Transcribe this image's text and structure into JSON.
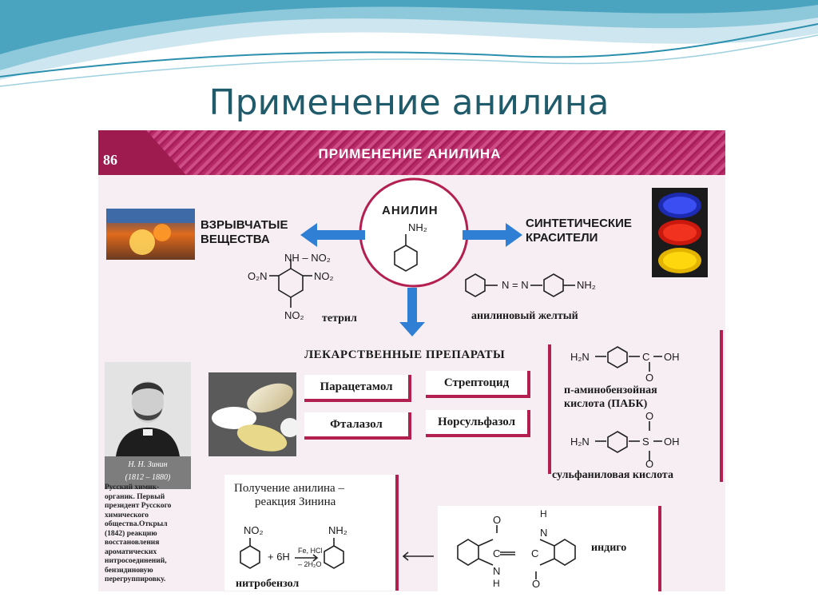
{
  "slide": {
    "title": "Применение анилина"
  },
  "page": {
    "number": "86",
    "banner_title": "ПРИМЕНЕНИЕ АНИЛИНА"
  },
  "center": {
    "label": "АНИЛИН",
    "group": "NH₂"
  },
  "explosives": {
    "title_line1": "ВЗРЫВЧАТЫЕ",
    "title_line2": "ВЕЩЕСТВА",
    "compound": "тетрил",
    "groups": {
      "top": "NH – NO₂",
      "left": "O₂N",
      "right": "NO₂",
      "bottom": "NO₂"
    }
  },
  "dyes": {
    "title_line1": "СИНТЕТИЧЕСКИЕ",
    "title_line2": "КРАСИТЕЛИ",
    "compound": "анилиновый желтый",
    "groups": {
      "azo": "N = N",
      "amine": "NH₂"
    }
  },
  "medicines": {
    "title": "ЛЕКАРСТВЕННЫЕ ПРЕПАРАТЫ",
    "items": [
      "Парацетамол",
      "Стрептоцид",
      "Фталазол",
      "Норсульфазол"
    ]
  },
  "pabk": {
    "amine": "H₂N",
    "carbon": "C",
    "oh": "OH",
    "oxygen": "O",
    "name_line1": "п-аминобензойная",
    "name_line2": "кислота (ПАБК)"
  },
  "sulfanilic": {
    "amine": "H₂N",
    "sulfur": "S",
    "oh": "OH",
    "oxygen_top": "O",
    "oxygen_bottom": "O",
    "name": "сульфаниловая кислота"
  },
  "zinin": {
    "caption_name": "Н. Н. Зинин",
    "caption_years": "(1812 – 1880)",
    "bio": [
      "Русский химик-",
      "органик. Первый",
      "президент Русского",
      "химического",
      "общества.Открыл",
      "(1842) реакцию",
      "восстановления",
      "ароматических",
      "нитросоединений,",
      "бензидиновую",
      "перегруппировку."
    ]
  },
  "reaction": {
    "title_line1": "Получение анилина –",
    "title_line2": "реакция Зинина",
    "reactant_group": "NO₂",
    "plus_reagent": "+ 6H",
    "catalyst": "Fe, HCl",
    "byproduct": "– 2H₂O",
    "product_group": "NH₂",
    "reactant_name": "нитробензол"
  },
  "indigo": {
    "name": "индиго",
    "atoms": {
      "o_top": "O",
      "h_top": "H",
      "n_top": "N",
      "c_left": "C",
      "c_right": "C",
      "n_bottom": "N",
      "h_bottom": "H",
      "o_bottom": "O"
    }
  },
  "colors": {
    "title": "#1f5b6b",
    "banner": "#b72a68",
    "arrow": "#2f7fd4",
    "accent": "#b3204f",
    "center_ring": "#b3204f"
  },
  "icons": [
    "explosion-photo",
    "paint-jars-photo",
    "pills-photo",
    "zinin-portrait",
    "arrow-left-icon",
    "arrow-right-icon",
    "arrow-down-icon",
    "arrow-back-icon"
  ]
}
